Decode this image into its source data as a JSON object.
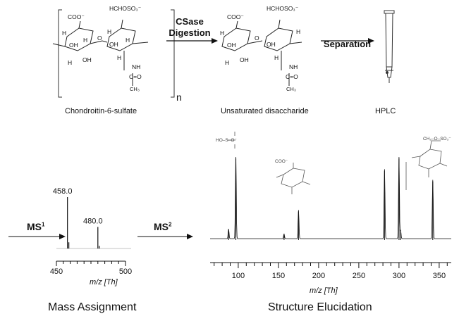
{
  "top": {
    "step1": {
      "line1": "CSase",
      "line2": "Digestion"
    },
    "step2": "Separation",
    "subscript_n": "n",
    "captions": {
      "left": "Chondroitin-6-sulfate",
      "middle": "Unsaturated disaccharide",
      "right": "HPLC"
    },
    "structures": {
      "coo": "COO⁻",
      "sulfo": "HCHOSO₃⁻",
      "h": "H",
      "oh": "OH",
      "nh": "NH",
      "amide_c": "C=O",
      "ch3": "CH₃",
      "o": "O"
    }
  },
  "bottom": {
    "ms1": {
      "label": "MS",
      "sup": "1"
    },
    "ms2": {
      "label": "MS",
      "sup": "2"
    },
    "mass_caption": "Mass Assignment",
    "structure_caption": "Structure Elucidation",
    "ms1_axis_label": "m/z [Th]",
    "ms2_axis_label": "m/z [Th]",
    "ms2_insets": {
      "sulfate": "HO–S–O⁻",
      "uronic": "COO⁻",
      "galnac": "CH₂–O–SO₃⁻"
    }
  },
  "chart_data": [
    {
      "type": "bar",
      "title": "",
      "xlabel": "m/z [Th]",
      "xlim": [
        450,
        500
      ],
      "ticks": [
        450,
        500
      ],
      "peaks": [
        {
          "mz": 458.0,
          "intensity": 1.0,
          "label": "458.0"
        },
        {
          "mz": 459.0,
          "intensity": 0.12,
          "label": ""
        },
        {
          "mz": 480.0,
          "intensity": 0.42,
          "label": "480.0"
        },
        {
          "mz": 481.0,
          "intensity": 0.05,
          "label": ""
        }
      ]
    },
    {
      "type": "line",
      "title": "",
      "xlabel": "m/z [Th]",
      "xlim": [
        65,
        365
      ],
      "ticks": [
        100,
        150,
        200,
        250,
        300,
        350
      ],
      "peaks": [
        {
          "mz": 88,
          "intensity": 0.12
        },
        {
          "mz": 97,
          "intensity": 1.0
        },
        {
          "mz": 157,
          "intensity": 0.06
        },
        {
          "mz": 175,
          "intensity": 0.35
        },
        {
          "mz": 282,
          "intensity": 0.85
        },
        {
          "mz": 300,
          "intensity": 1.0
        },
        {
          "mz": 302,
          "intensity": 0.1
        },
        {
          "mz": 342,
          "intensity": 0.72
        }
      ]
    }
  ]
}
